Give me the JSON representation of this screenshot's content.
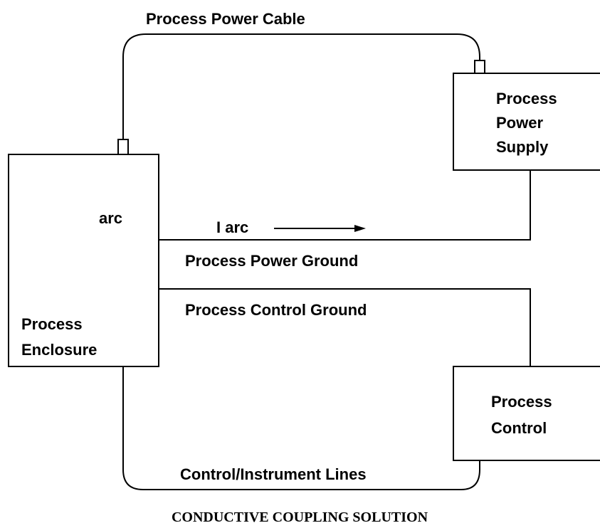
{
  "diagram": {
    "labels": {
      "power_cable": "Process Power Cable",
      "power_supply": [
        "Process",
        "Power",
        "Supply"
      ],
      "arc": "arc",
      "i_arc": "I arc",
      "power_ground": "Process Power Ground",
      "control_ground": "Process Control Ground",
      "enclosure": [
        "Process",
        "Enclosure"
      ],
      "process_control": [
        "Process",
        "Control"
      ],
      "control_lines": "Control/Instrument Lines"
    },
    "caption": "CONDUCTIVE COUPLING SOLUTION"
  }
}
